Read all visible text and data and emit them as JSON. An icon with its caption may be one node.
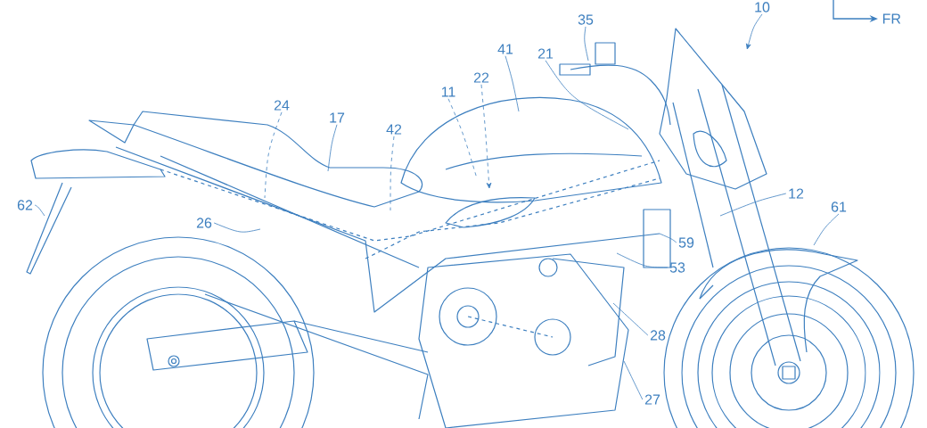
{
  "diagram": {
    "nodes": [
      {
        "text": [
          "10"
        ]
      },
      {
        "text": [
          "35"
        ]
      },
      {
        "text": [
          "41"
        ]
      },
      {
        "text": [
          "21"
        ]
      },
      {
        "text": [
          "22"
        ]
      },
      {
        "text": [
          "11"
        ]
      },
      {
        "text": [
          "24"
        ]
      },
      {
        "text": [
          "17"
        ]
      },
      {
        "text": [
          "42"
        ]
      },
      {
        "text": [
          "62"
        ]
      },
      {
        "text": [
          "26"
        ]
      },
      {
        "text": [
          "12"
        ]
      },
      {
        "text": [
          "61"
        ]
      },
      {
        "text": [
          "59"
        ]
      },
      {
        "text": [
          "53"
        ]
      },
      {
        "text": [
          "28"
        ]
      },
      {
        "text": [
          "27"
        ]
      }
    ],
    "edges": [
      {
        "from": 0,
        "to": null,
        "arrow": "to"
      },
      {
        "from": 1,
        "to": null,
        "arrow": "none"
      },
      {
        "from": 2,
        "to": null,
        "arrow": "none"
      },
      {
        "from": 3,
        "to": null,
        "arrow": "none"
      },
      {
        "from": 4,
        "to": null,
        "arrow": "to",
        "style": "dashed"
      },
      {
        "from": 5,
        "to": null,
        "arrow": "none",
        "style": "dashed"
      },
      {
        "from": 6,
        "to": null,
        "arrow": "none",
        "style": "dashed"
      },
      {
        "from": 7,
        "to": null,
        "arrow": "none"
      },
      {
        "from": 8,
        "to": null,
        "arrow": "none",
        "style": "dashed"
      },
      {
        "from": 9,
        "to": null,
        "arrow": "none"
      },
      {
        "from": 10,
        "to": null,
        "arrow": "none"
      },
      {
        "from": 11,
        "to": null,
        "arrow": "none"
      },
      {
        "from": 12,
        "to": null,
        "arrow": "none"
      },
      {
        "from": 13,
        "to": null,
        "arrow": "none"
      },
      {
        "from": 14,
        "to": null,
        "arrow": "none"
      },
      {
        "from": 15,
        "to": null,
        "arrow": "none"
      },
      {
        "from": 16,
        "to": null,
        "arrow": "none"
      }
    ],
    "labels": [
      "FR"
    ]
  }
}
